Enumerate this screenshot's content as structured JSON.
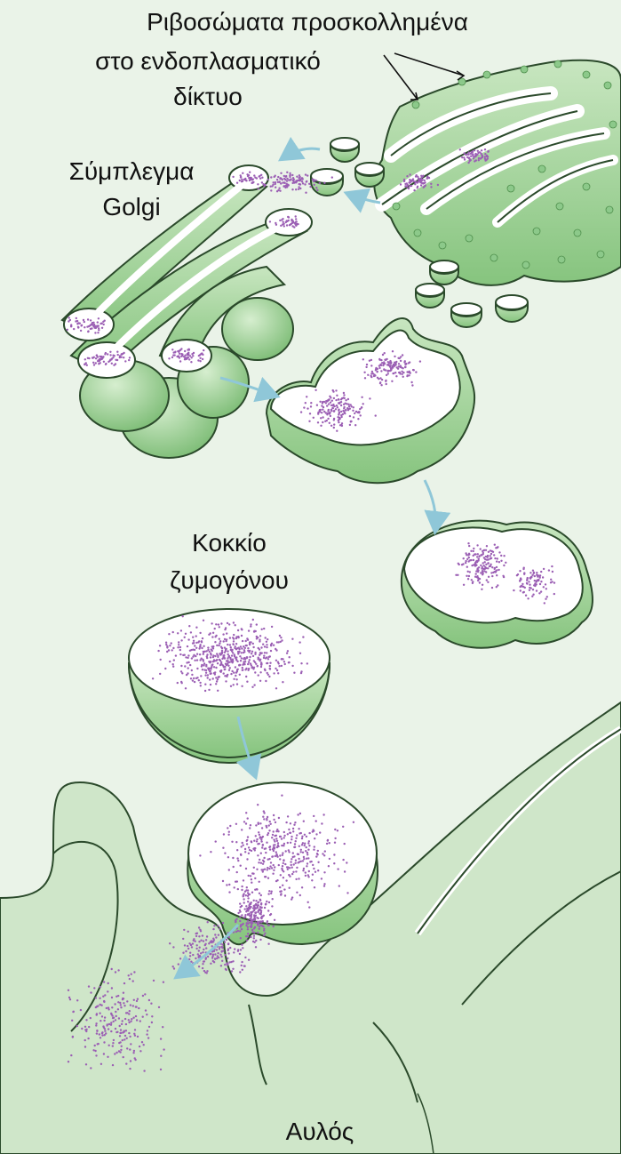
{
  "labels": {
    "ribosomes_line1": "Ριβοσώματα προσκολλημένα",
    "ribosomes_line2": "στο ενδοπλασματικό",
    "ribosomes_line3": "δίκτυο",
    "golgi_line1": "Σύμπλεγμα",
    "golgi_line2": "Golgi",
    "zymogen_line1": "Κοκκίο",
    "zymogen_line2": "ζυμογόνου",
    "lumen": "Αυλός"
  },
  "colors": {
    "background": "#eaf3e8",
    "membrane_green": "#a9d6a0",
    "membrane_dark": "#7fbf78",
    "lumen_white": "#ffffff",
    "secretion_purple": "#9b5fb4",
    "arrow_blue": "#8fc7d8",
    "ribosome_dot": "#8cc98a"
  }
}
